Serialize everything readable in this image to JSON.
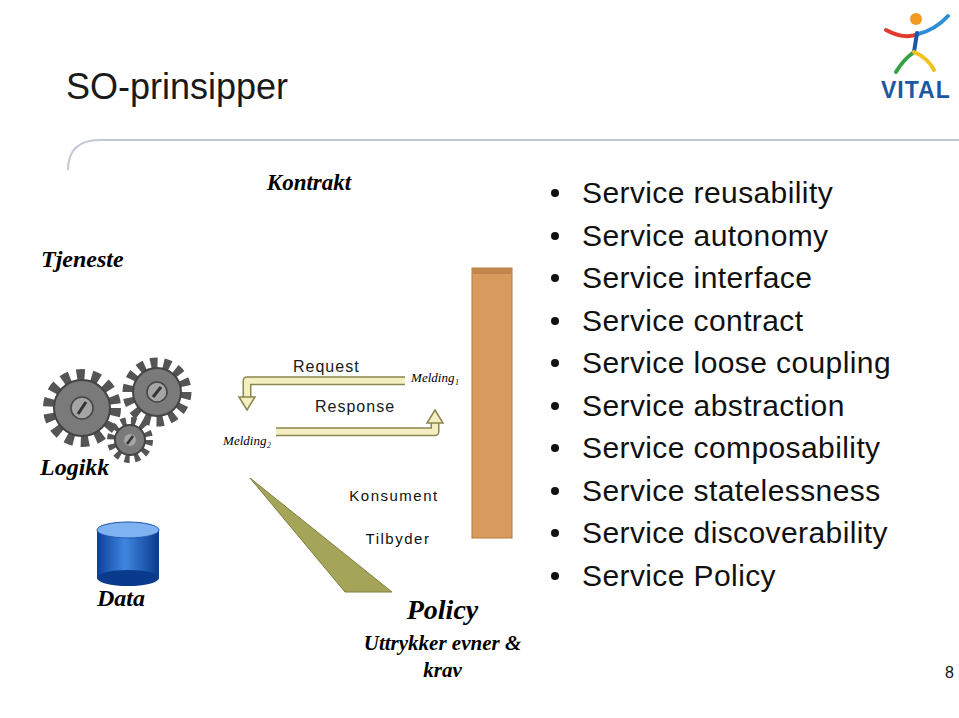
{
  "diagram": {
    "title": "SO-prinsipper",
    "nodes": [
      {
        "text": [
          "Tjeneste"
        ]
      },
      {
        "text": [
          "Kontrakt"
        ]
      },
      {
        "text": [
          "Melding₂"
        ]
      },
      {
        "text": [
          "Melding₁"
        ]
      },
      {
        "text": [
          "Konsument"
        ]
      },
      {
        "text": [
          "Tilbyder"
        ]
      },
      {
        "text": [
          "Policy",
          "Uttrykker evner & krav"
        ]
      }
    ],
    "edges": [
      {
        "from": 3,
        "to": 2,
        "label": "Request",
        "arrow": "to"
      },
      {
        "from": 2,
        "to": 3,
        "label": "Response",
        "arrow": "to"
      }
    ],
    "labels": [
      "Logikk",
      "Data",
      "Service reusability",
      "Service autonomy",
      "Service interface",
      "Service contract",
      "Service loose coupling",
      "Service abstraction",
      "Service composability",
      "Service statelessness",
      "Service discoverability",
      "Service Policy",
      "VITAL",
      "8"
    ]
  }
}
